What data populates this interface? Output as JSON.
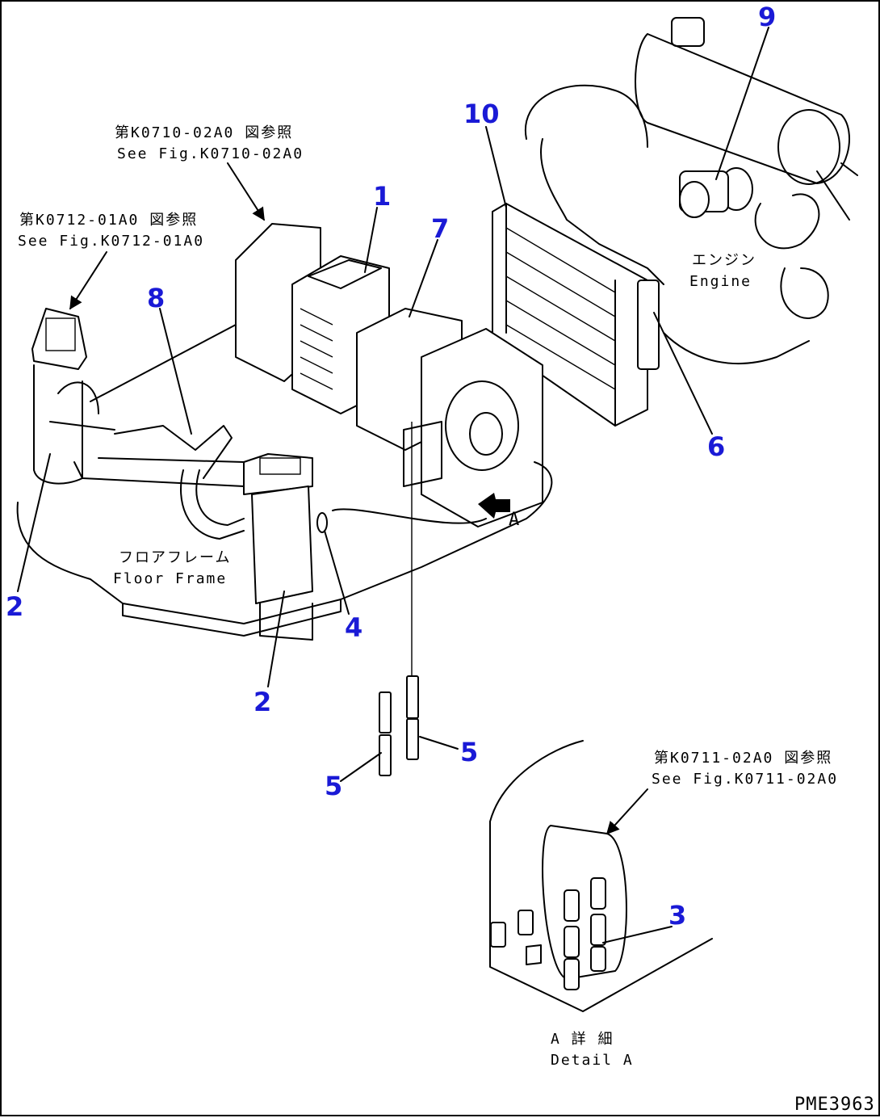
{
  "drawing_code": "PME3963",
  "part_numbers": [
    "1",
    "2",
    "2",
    "3",
    "4",
    "5",
    "5",
    "6",
    "7",
    "8",
    "9",
    "10"
  ],
  "references": {
    "top_center_jp": "第K0710-02A0 図参照",
    "top_center_en": "See Fig.K0710-02A0",
    "top_left_jp": "第K0712-01A0 図参照",
    "top_left_en": "See Fig.K0712-01A0",
    "bottom_right_jp": "第K0711-02A0 図参照",
    "bottom_right_en": "See Fig.K0711-02A0"
  },
  "labels": {
    "engine_jp": "エンジン",
    "engine_en": "Engine",
    "floor_frame_jp": "フロアフレーム",
    "floor_frame_en": "Floor Frame",
    "view_arrow": "A",
    "detail_jp": "A 詳 細",
    "detail_en": "Detail A"
  },
  "colors": {
    "callout": "#1a1ad6",
    "line": "#000000"
  }
}
